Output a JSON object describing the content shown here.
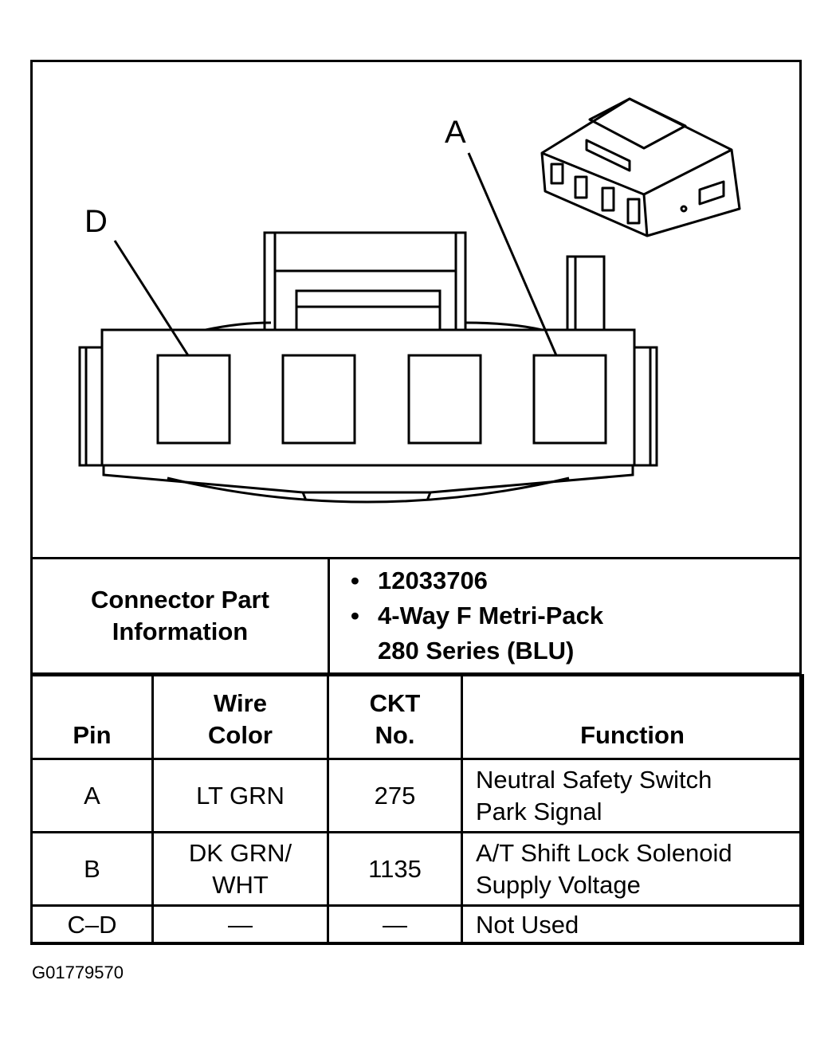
{
  "callouts": {
    "a": "A",
    "d": "D"
  },
  "connector_info": {
    "label_line1": "Connector Part",
    "label_line2": "Information",
    "items": [
      "12033706",
      "4-Way F Metri-Pack",
      "280 Series (BLU)"
    ]
  },
  "pin_table": {
    "headers": {
      "pin": "Pin",
      "wire_color_line1": "Wire",
      "wire_color_line2": "Color",
      "ckt_line1": "CKT",
      "ckt_line2": "No.",
      "function": "Function"
    },
    "rows": [
      {
        "pin": "A",
        "wire1": "LT GRN",
        "wire2": "",
        "ckt": "275",
        "func1": "Neutral Safety Switch",
        "func2": "Park Signal"
      },
      {
        "pin": "B",
        "wire1": "DK GRN/",
        "wire2": "WHT",
        "ckt": "1135",
        "func1": "A/T Shift Lock Solenoid",
        "func2": "Supply Voltage"
      },
      {
        "pin": "C–D",
        "wire1": "—",
        "wire2": "",
        "ckt": "—",
        "func1": "Not Used",
        "func2": ""
      }
    ]
  },
  "figure_id": "G01779570"
}
